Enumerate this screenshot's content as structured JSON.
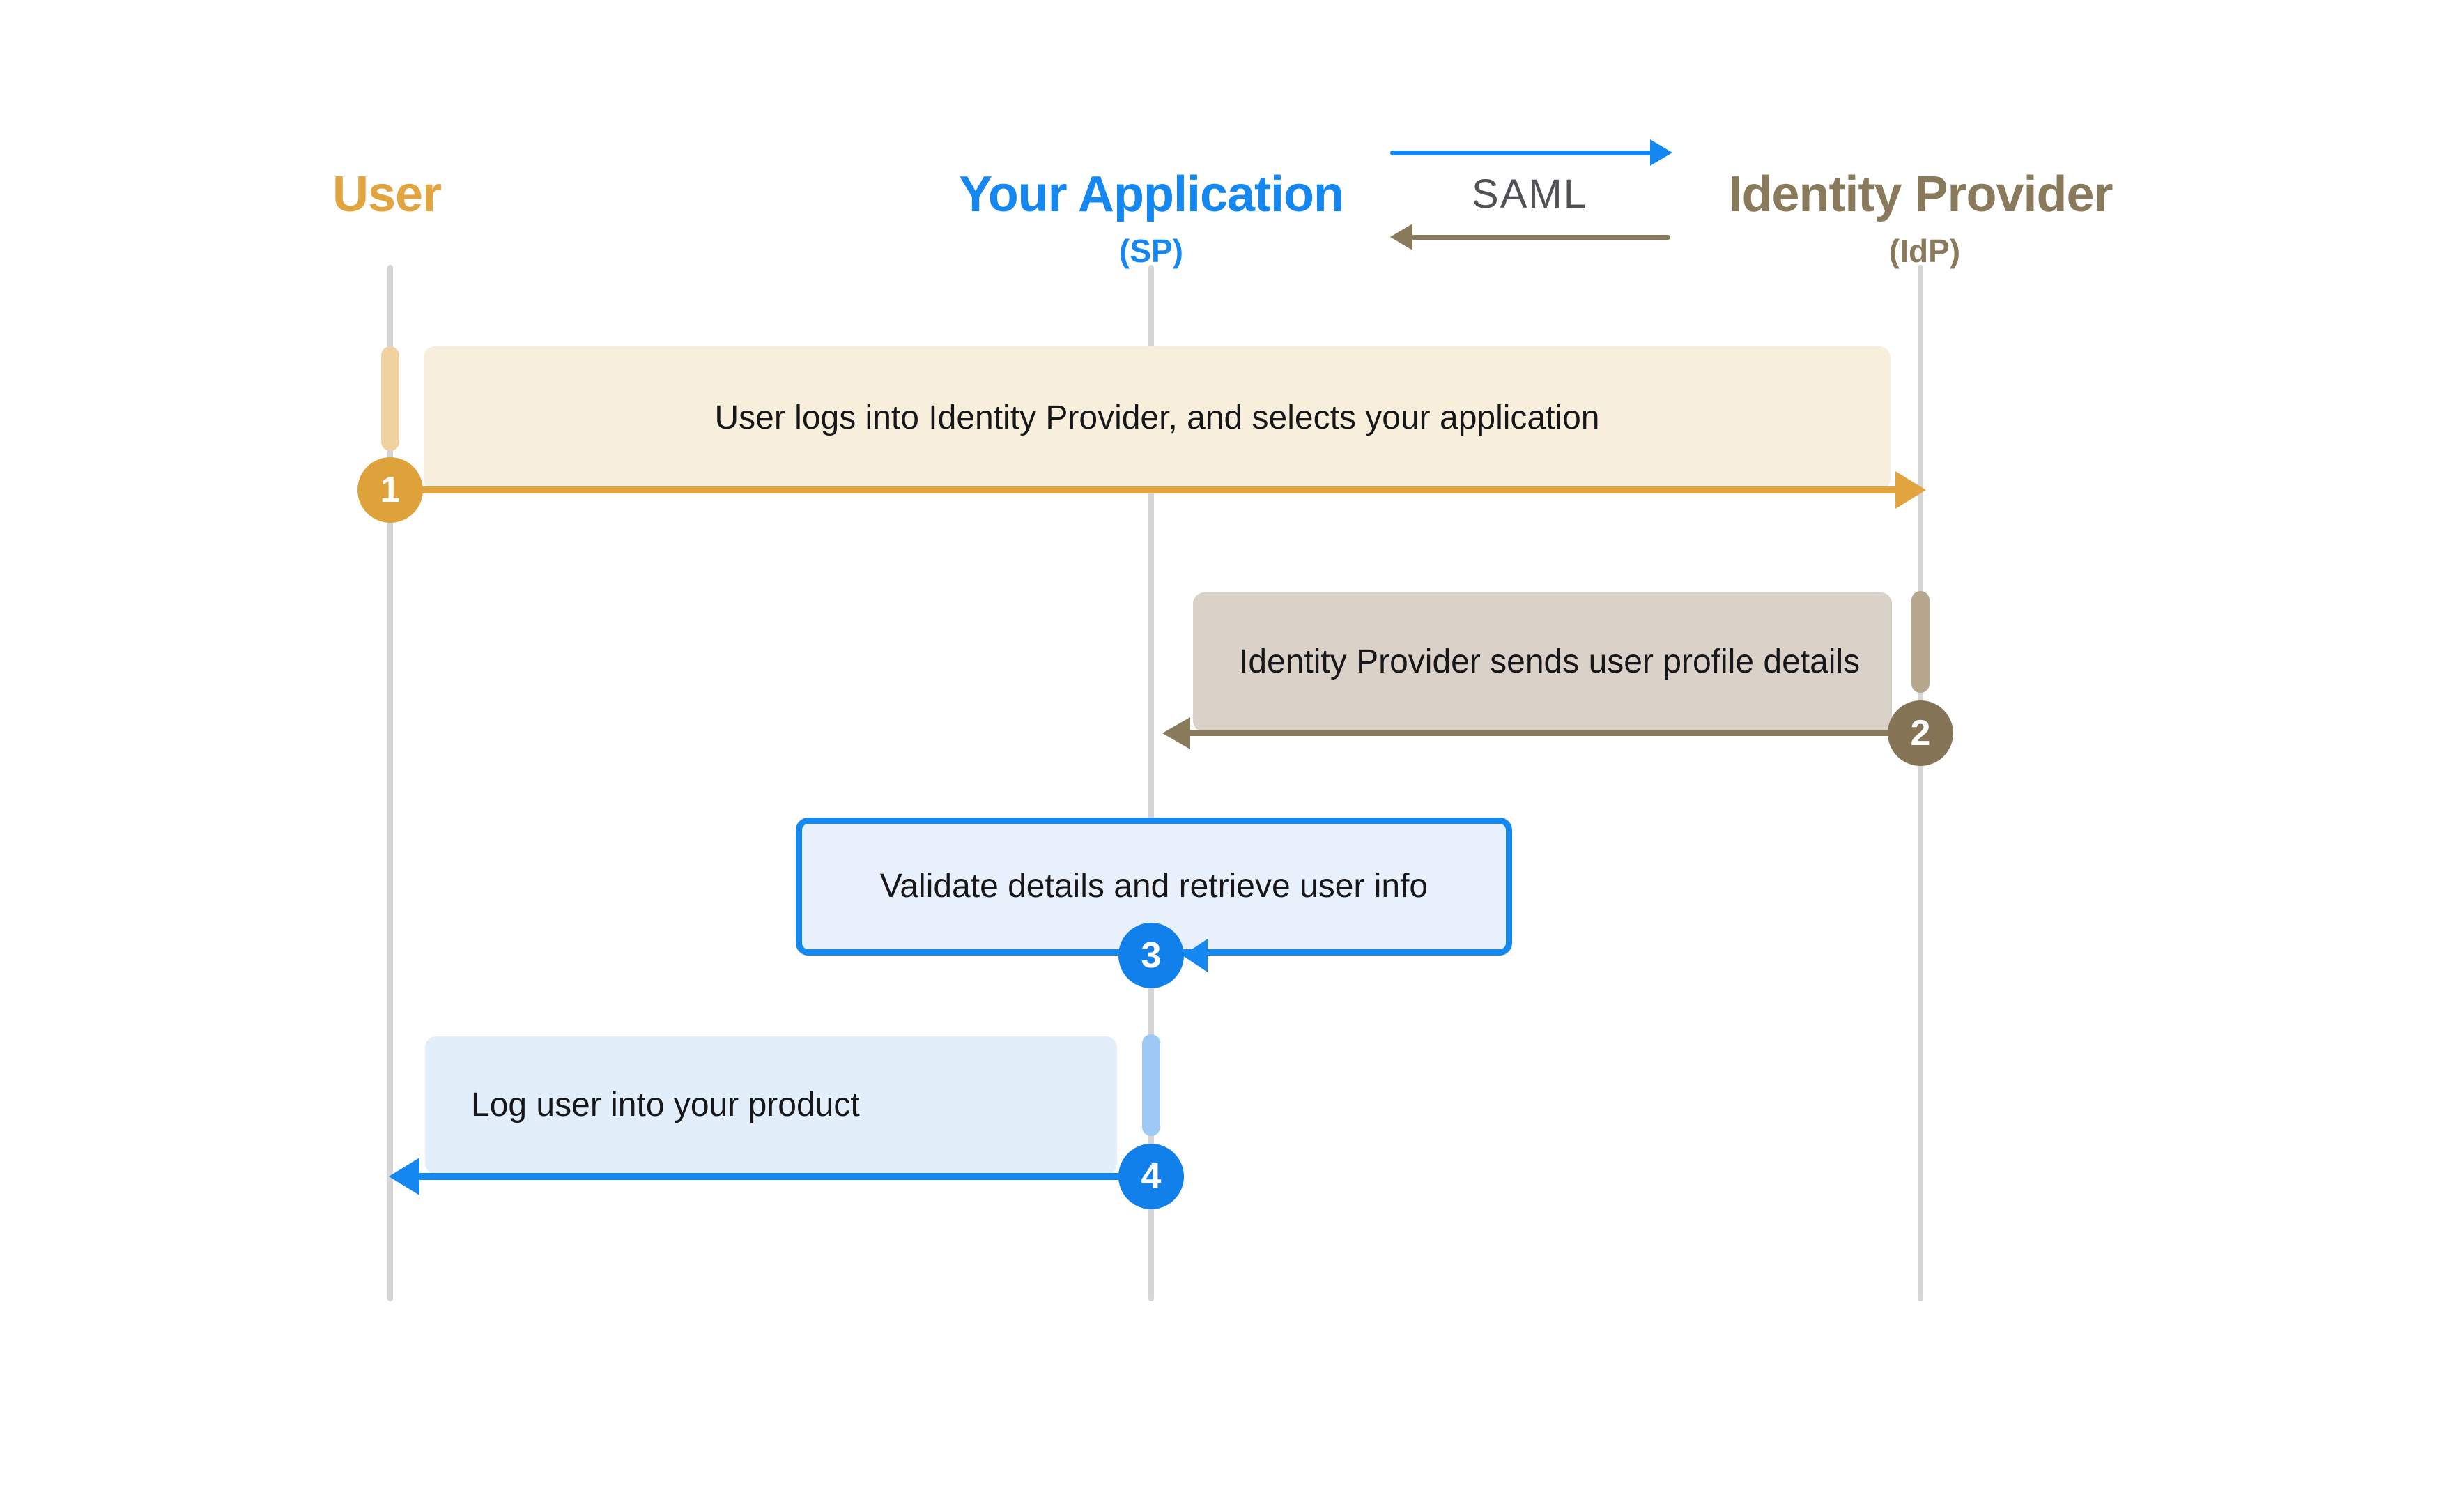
{
  "diagram": {
    "saml_label": "SAML",
    "actors": [
      {
        "name": "User",
        "subtitle": "",
        "color": "#E2A43E"
      },
      {
        "name": "Your Application",
        "subtitle": "(SP)",
        "color": "#1488F0"
      },
      {
        "name": "Identity Provider",
        "subtitle": "(IdP)",
        "color": "#8A7A5C"
      }
    ],
    "steps": [
      {
        "num": "1",
        "label": "User logs into Identity Provider, and selects your application",
        "color": "#E2A43E"
      },
      {
        "num": "2",
        "label": "Identity Provider sends user profile details",
        "color": "#8A7A5C"
      },
      {
        "num": "3",
        "label": "Validate details and retrieve user info",
        "color": "#1488F0"
      },
      {
        "num": "4",
        "label": "Log user into your product",
        "color": "#1488F0"
      }
    ],
    "colors": {
      "orange": "#E2A43E",
      "orange_circle": "#DFA23B",
      "orange_activation": "#F0D2A0",
      "orange_box_fill": "#F8EEDC",
      "brown": "#8A7A5C",
      "brown_circle": "#857356",
      "brown_activation": "#B5A68D",
      "brown_box_fill": "#DAD1C9",
      "blue": "#1488F0",
      "blue_circle": "#1180EB",
      "blue_activation": "#9CC9F6",
      "blue_box_border_fill": "#E8F1FB",
      "blue_box_fill": "#E2EFFB",
      "lifeline_gray": "#D6D6D6",
      "saml_text": "#515156"
    }
  }
}
